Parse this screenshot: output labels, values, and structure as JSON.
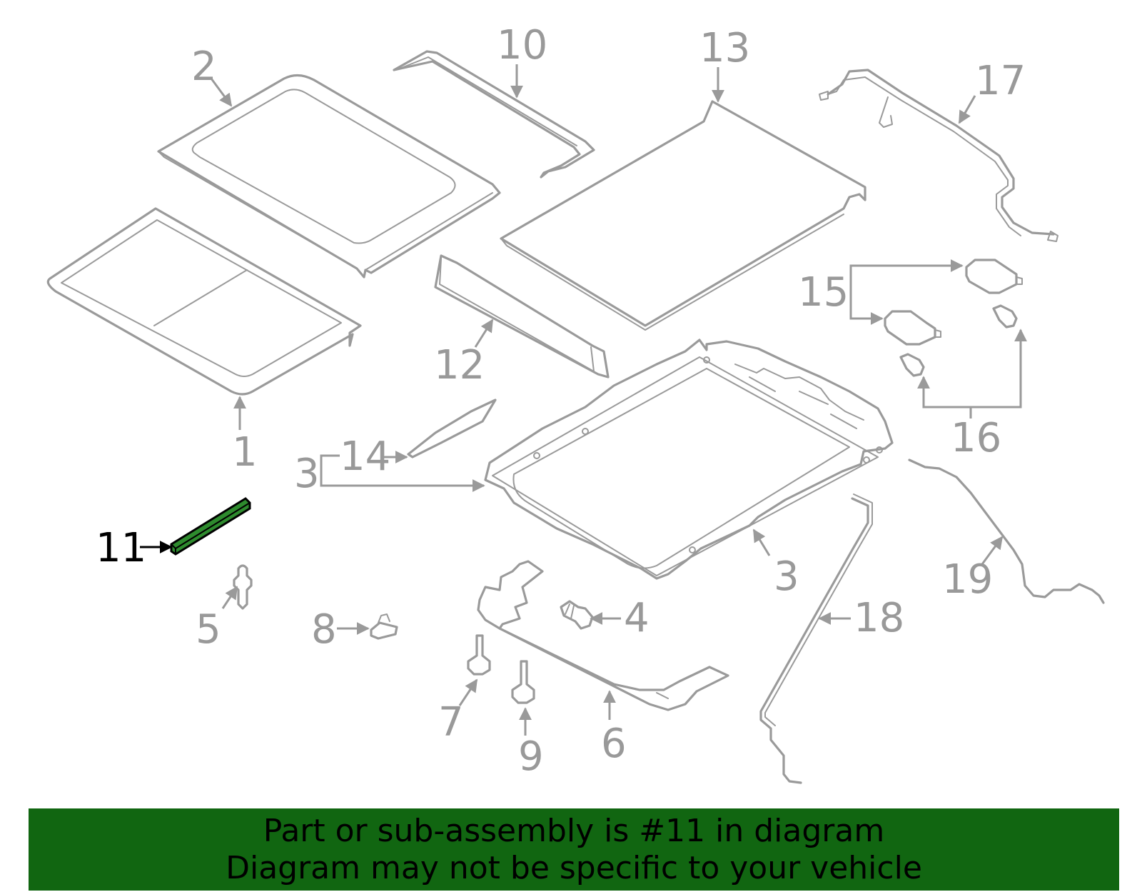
{
  "colors": {
    "line": "#9a9a9a",
    "label": "#999999",
    "highlight_fill": "#2e8b2e",
    "highlight_label": "#000000",
    "banner_bg": "#116611",
    "banner_text": "#000000"
  },
  "callouts": {
    "c1": "1",
    "c2": "2",
    "c3a": "3",
    "c3b": "3",
    "c4": "4",
    "c5": "5",
    "c6": "6",
    "c7": "7",
    "c8": "8",
    "c9": "9",
    "c10": "10",
    "c11": "11",
    "c12": "12",
    "c13": "13",
    "c14": "14",
    "c15": "15",
    "c16": "16",
    "c17": "17",
    "c18": "18",
    "c19": "19"
  },
  "highlighted_part": "11",
  "banner": {
    "line1": "Part or sub-assembly is #11 in diagram",
    "line2": "Diagram may not be specific to your vehicle"
  }
}
